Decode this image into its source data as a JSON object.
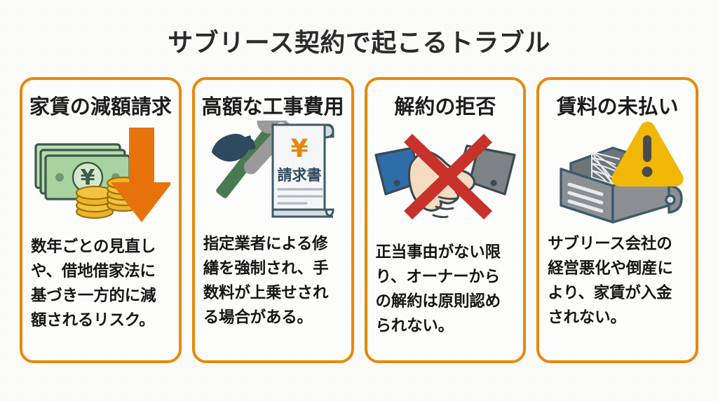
{
  "page": {
    "title": "サブリース契約で起こるトラブル",
    "background_color": "#fbfbf9",
    "accent_color": "#e8890c",
    "title_color": "#2b2b2b"
  },
  "cards": [
    {
      "title": "家賃の減額請求",
      "body": "数年ごとの見直しや、借地借家法に基づき一方的に減額されるリスク。",
      "icon": "money-down-arrow-icon",
      "icon_colors": {
        "bill": "#a8d4a0",
        "bill_outline": "#3d5a4a",
        "coin": "#f0b429",
        "arrow": "#e8730c"
      }
    },
    {
      "title": "高額な工事費用",
      "body": "指定業者による修繕を強制され、手数料が上乗せされる場合がある。",
      "icon": "tools-invoice-icon",
      "invoice_label": "請求書",
      "invoice_currency": "¥",
      "icon_colors": {
        "hammer": "#2e4a5e",
        "handle": "#4a7a52",
        "wrench": "#9a9a9a",
        "paper": "#f5f7f8",
        "paper_outline": "#3d5a6a",
        "yen": "#e8890c"
      }
    },
    {
      "title": "解約の拒否",
      "body": "正当事由がない限り、オーナーからの解約は原則認められない。",
      "icon": "handshake-rejected-icon",
      "icon_colors": {
        "sleeve_left": "#2f6da8",
        "sleeve_right": "#7d8387",
        "skin": "#f6dcc0",
        "outline": "#3a4a55",
        "cross": "#c8322a"
      }
    },
    {
      "title": "賃料の未払い",
      "body": "サブリース会社の経営悪化や倒産により、家賃が入金されない。",
      "icon": "empty-wallet-warning-icon",
      "icon_colors": {
        "wallet": "#8c9094",
        "wallet_dark": "#6e7579",
        "outline": "#3d5a6a",
        "web": "#f2f4f5",
        "warning": "#f2b807",
        "warning_mark": "#4a4a4a"
      }
    }
  ]
}
